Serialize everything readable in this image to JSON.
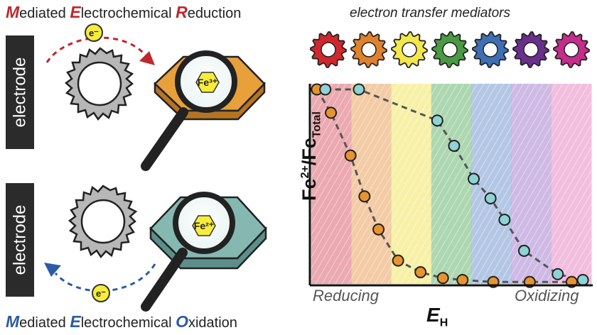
{
  "reduction_title": {
    "M": "M",
    "rest1": "ediated ",
    "E": "E",
    "rest2": "lectrochemical ",
    "R": "R",
    "rest3": "eduction"
  },
  "oxidation_title": {
    "M": "M",
    "rest1": "ediated ",
    "E": "E",
    "rest2": "lectrochemical ",
    "O": "O",
    "rest3": "xidation"
  },
  "electrode_label": "electrode",
  "electron_label": "e⁻",
  "fe3_label": "Fe³⁺",
  "fe2_label": "Fe²⁺",
  "mediators_title": "electron transfer mediators",
  "mediator_colors": [
    "#d0272d",
    "#e0822b",
    "#f2e84a",
    "#4a9a43",
    "#3e6fb5",
    "#6a2f8c",
    "#c52c8c"
  ],
  "band_colors": [
    "#e79aa2",
    "#f1c295",
    "#f6ee98",
    "#9fd0a2",
    "#a6bde0",
    "#c6aee0",
    "#f0b3d8"
  ],
  "chart_data": {
    "type": "scatter",
    "xlabel_main": "E",
    "xlabel_sub": "H",
    "ylabel_fe": "Fe",
    "ylabel_charge": "2+",
    "ylabel_sep": "/Fe",
    "ylabel_sub": "Total",
    "x_left_label": "Reducing",
    "x_right_label": "Oxidizing",
    "xlim": [
      0,
      1
    ],
    "ylim": [
      0,
      1
    ],
    "series": [
      {
        "color": "#e8942e",
        "points": [
          [
            0.02,
            1.0
          ],
          [
            0.07,
            0.88
          ],
          [
            0.14,
            0.66
          ],
          [
            0.19,
            0.45
          ],
          [
            0.24,
            0.28
          ],
          [
            0.31,
            0.12
          ],
          [
            0.39,
            0.06
          ],
          [
            0.47,
            0.03
          ],
          [
            0.54,
            0.02
          ],
          [
            0.65,
            0.01
          ],
          [
            0.78,
            0.01
          ],
          [
            0.93,
            0.01
          ]
        ]
      },
      {
        "color": "#8fd3d6",
        "points": [
          [
            0.05,
            1.0
          ],
          [
            0.17,
            1.0
          ],
          [
            0.45,
            0.84
          ],
          [
            0.51,
            0.71
          ],
          [
            0.58,
            0.54
          ],
          [
            0.64,
            0.44
          ],
          [
            0.69,
            0.33
          ],
          [
            0.76,
            0.17
          ],
          [
            0.88,
            0.05
          ],
          [
            0.97,
            0.02
          ]
        ]
      }
    ]
  }
}
